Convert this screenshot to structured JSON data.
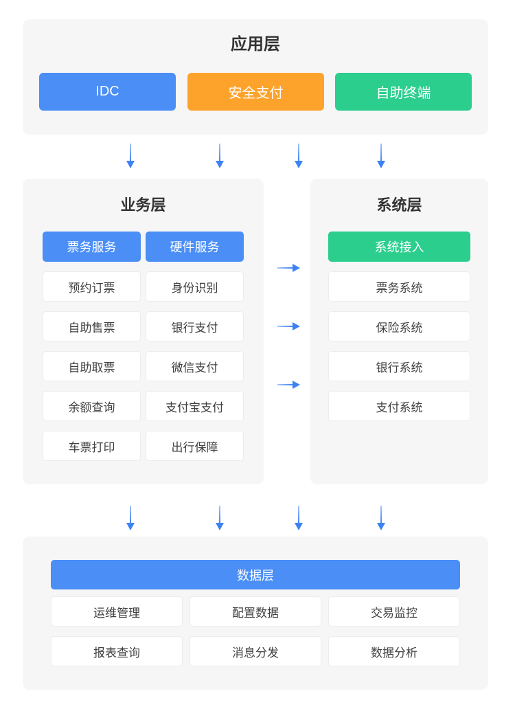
{
  "application": {
    "title": "应用层",
    "buttons": [
      {
        "label": "IDC",
        "color": "#4a8ef6"
      },
      {
        "label": "安全支付",
        "color": "#fda32b"
      },
      {
        "label": "自助终端",
        "color": "#2bce8d"
      }
    ]
  },
  "business": {
    "title": "业务层",
    "headers": [
      "票务服务",
      "硬件服务"
    ],
    "rows": [
      [
        "预约订票",
        "身份识别"
      ],
      [
        "自助售票",
        "银行支付"
      ],
      [
        "自助取票",
        "微信支付"
      ],
      [
        "余额查询",
        "支付宝支付"
      ],
      [
        "车票打印",
        "出行保障"
      ]
    ]
  },
  "system": {
    "title": "系统层",
    "header": "系统接入",
    "items": [
      "票务系统",
      "保险系统",
      "银行系统",
      "支付系统"
    ]
  },
  "data_layer": {
    "title": "数据层",
    "rows": [
      [
        "运维管理",
        "配置数据",
        "交易监控"
      ],
      [
        "报表查询",
        "消息分发",
        "数据分析"
      ]
    ]
  },
  "colors": {
    "blue": "#4a8ef6",
    "orange": "#fda32b",
    "green": "#2bce8d",
    "arrow": "#3d82f2",
    "panel_bg": "#f6f6f7",
    "cell_border": "#ececee",
    "title_text": "#333333",
    "cell_text": "#404040"
  }
}
